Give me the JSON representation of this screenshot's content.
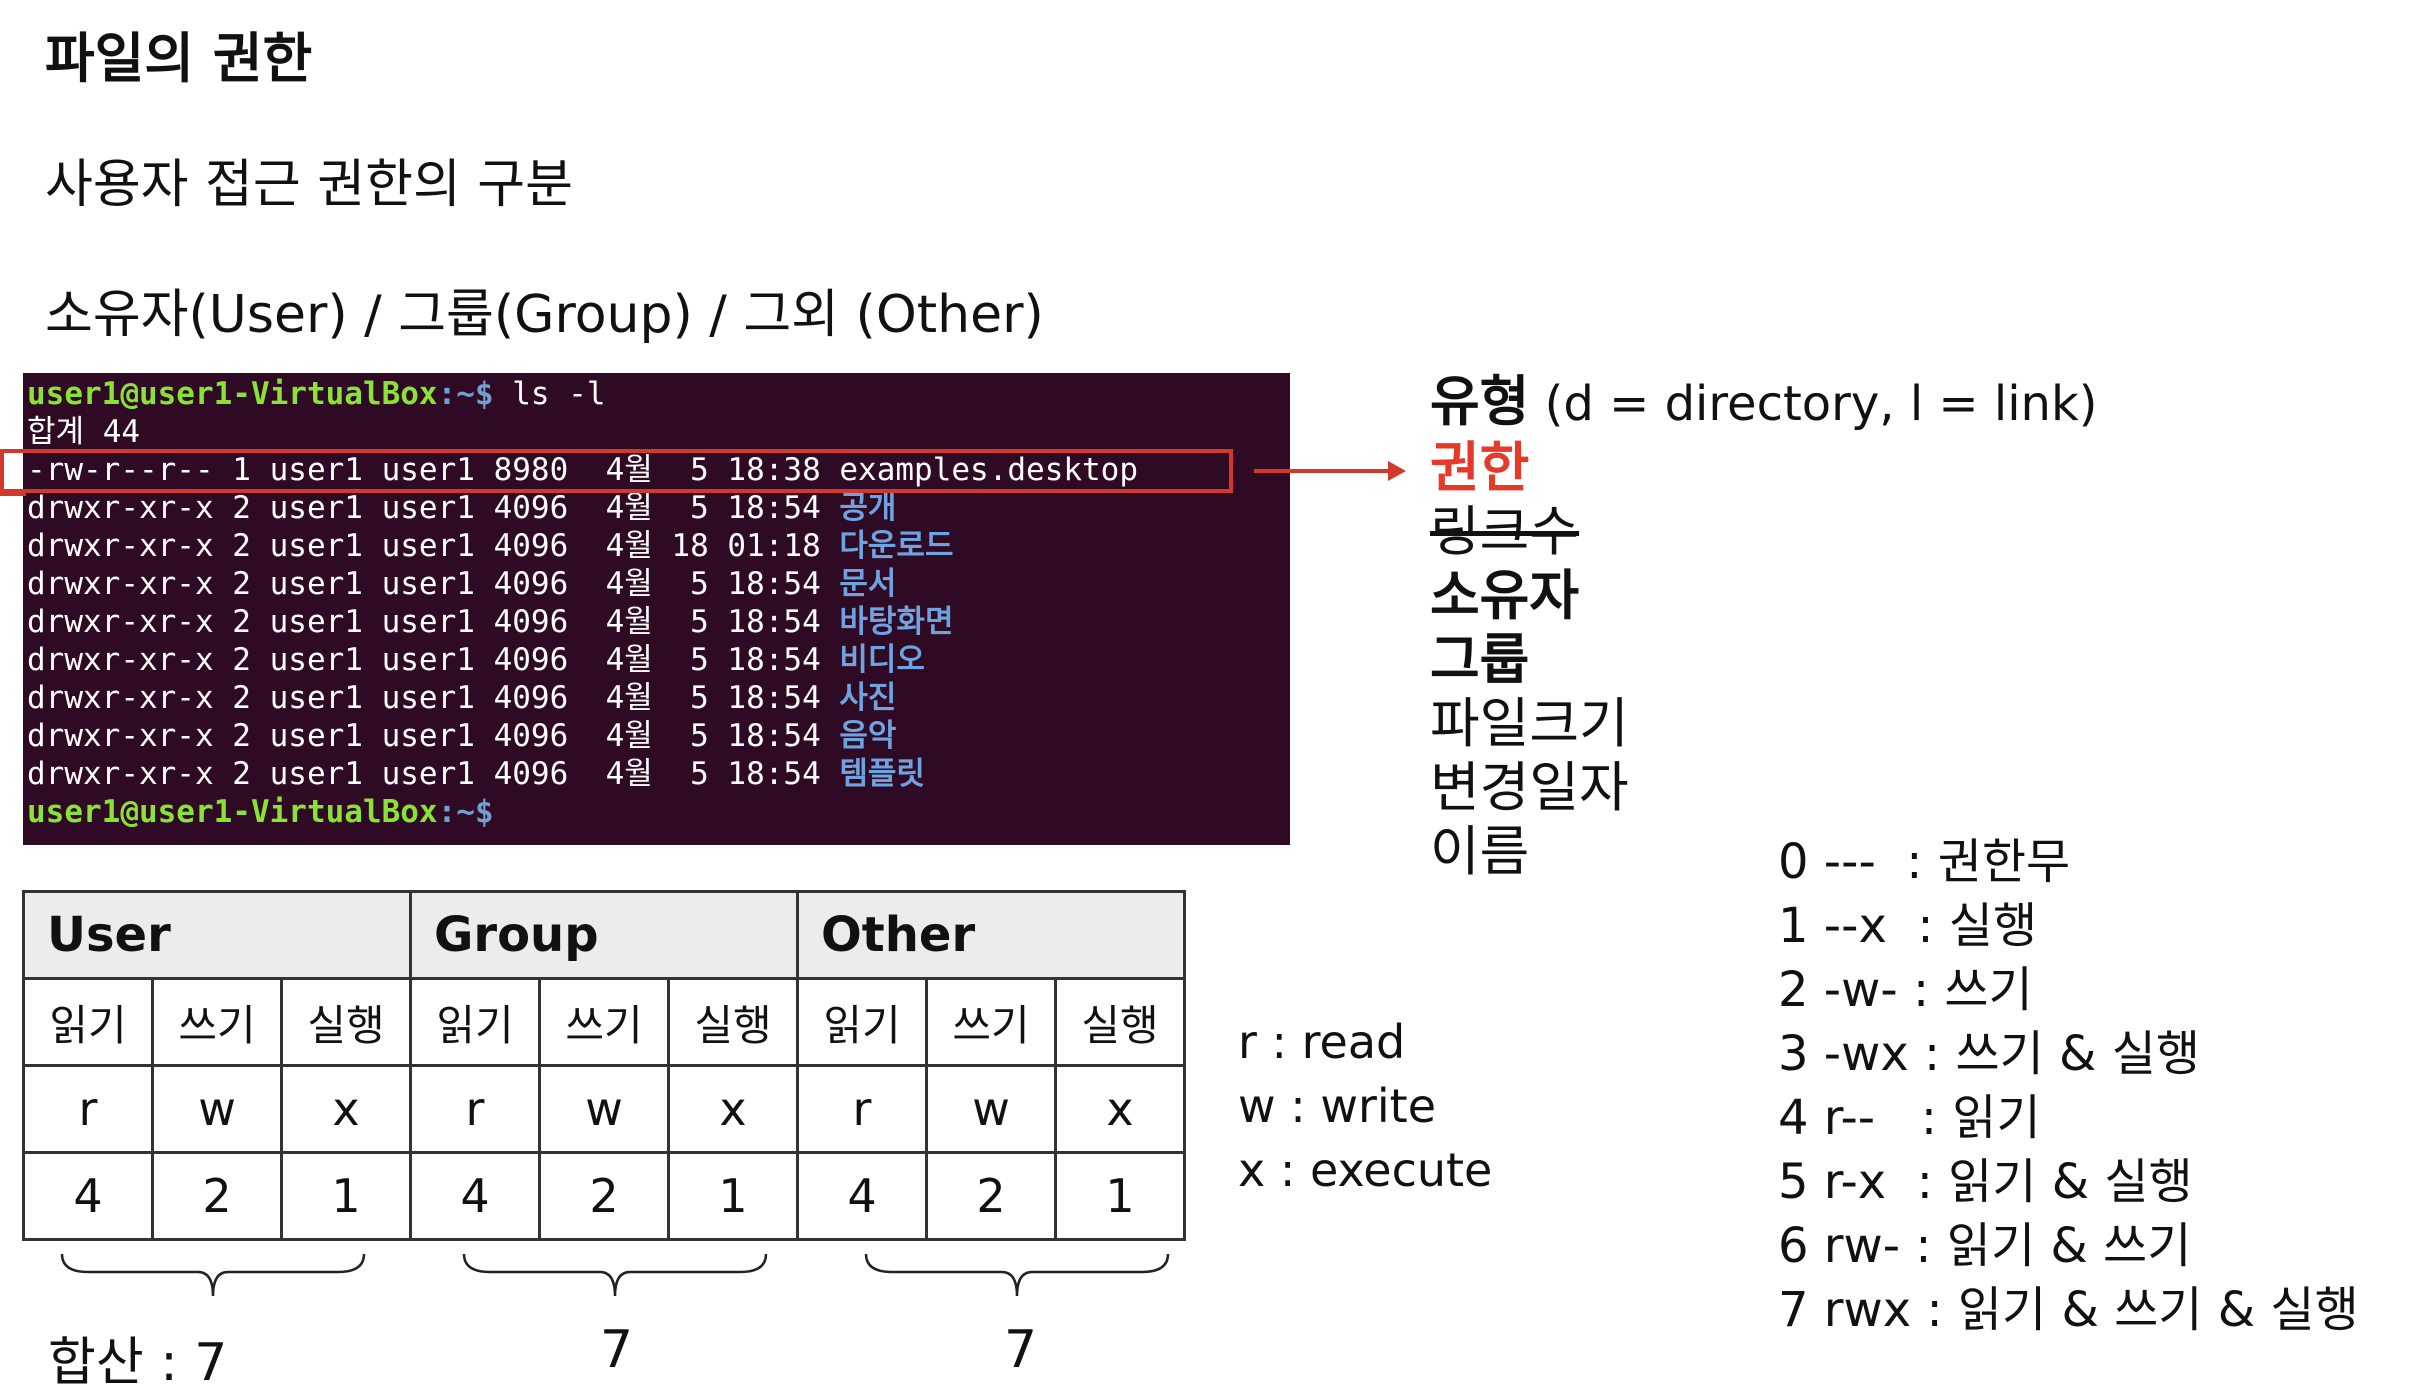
{
  "title": "파일의 권한",
  "subtitle1": "사용자 접근 권한의 구분",
  "subtitle2": "소유자(User) / 그룹(Group) / 그외 (Other)",
  "terminal": {
    "prompt_user": "user1@user1-VirtualBox",
    "prompt_path": ":~$",
    "command": " ls -l",
    "total": "합계 44",
    "rows": [
      {
        "meta": "-rw-r--r-- 1 user1 user1 8980  4월  5 18:38 ",
        "name": "examples.desktop",
        "is_dir": false
      },
      {
        "meta": "drwxr-xr-x 2 user1 user1 4096  4월  5 18:54 ",
        "name": "공개",
        "is_dir": true
      },
      {
        "meta": "drwxr-xr-x 2 user1 user1 4096  4월 18 01:18 ",
        "name": "다운로드",
        "is_dir": true
      },
      {
        "meta": "drwxr-xr-x 2 user1 user1 4096  4월  5 18:54 ",
        "name": "문서",
        "is_dir": true
      },
      {
        "meta": "drwxr-xr-x 2 user1 user1 4096  4월  5 18:54 ",
        "name": "바탕화면",
        "is_dir": true
      },
      {
        "meta": "drwxr-xr-x 2 user1 user1 4096  4월  5 18:54 ",
        "name": "비디오",
        "is_dir": true
      },
      {
        "meta": "drwxr-xr-x 2 user1 user1 4096  4월  5 18:54 ",
        "name": "사진",
        "is_dir": true
      },
      {
        "meta": "drwxr-xr-x 2 user1 user1 4096  4월  5 18:54 ",
        "name": "음악",
        "is_dir": true
      },
      {
        "meta": "drwxr-xr-x 2 user1 user1 4096  4월  5 18:54 ",
        "name": "템플릿",
        "is_dir": true
      }
    ],
    "end_prompt_user": "user1@user1-VirtualBox",
    "end_prompt_path": ":~$"
  },
  "fields": {
    "type_label": "유형",
    "type_note": " (d = directory, l = link)",
    "permission": "권한",
    "link_count": "링크수",
    "owner": "소유자",
    "group": "그룹",
    "file_size": "파일크기",
    "modified": "변경일자",
    "name": "이름"
  },
  "perm_table": {
    "groups": [
      "User",
      "Group",
      "Other"
    ],
    "actions": [
      "읽기",
      "쓰기",
      "실행"
    ],
    "letters": [
      "r",
      "w",
      "x"
    ],
    "values": [
      "4",
      "2",
      "1"
    ]
  },
  "sums": {
    "user": "합산 : 7",
    "group": "7",
    "other": "7"
  },
  "legend": [
    "r : read",
    "w : write",
    "x : execute"
  ],
  "octal": [
    "0 ---  : 권한무",
    "1 --x  : 실행",
    "2 -w- : 쓰기",
    "3 -wx : 쓰기 & 실행",
    "4 r--   : 읽기",
    "5 r-x  : 읽기 & 실행",
    "6 rw- : 읽기 & 쓰기",
    "7 rwx : 읽기 & 쓰기 & 실행"
  ],
  "colors": {
    "terminal_bg": "#2f0a24",
    "prompt_green": "#8ae234",
    "dir_blue": "#6fa3e0",
    "highlight_red": "#d0392b"
  }
}
